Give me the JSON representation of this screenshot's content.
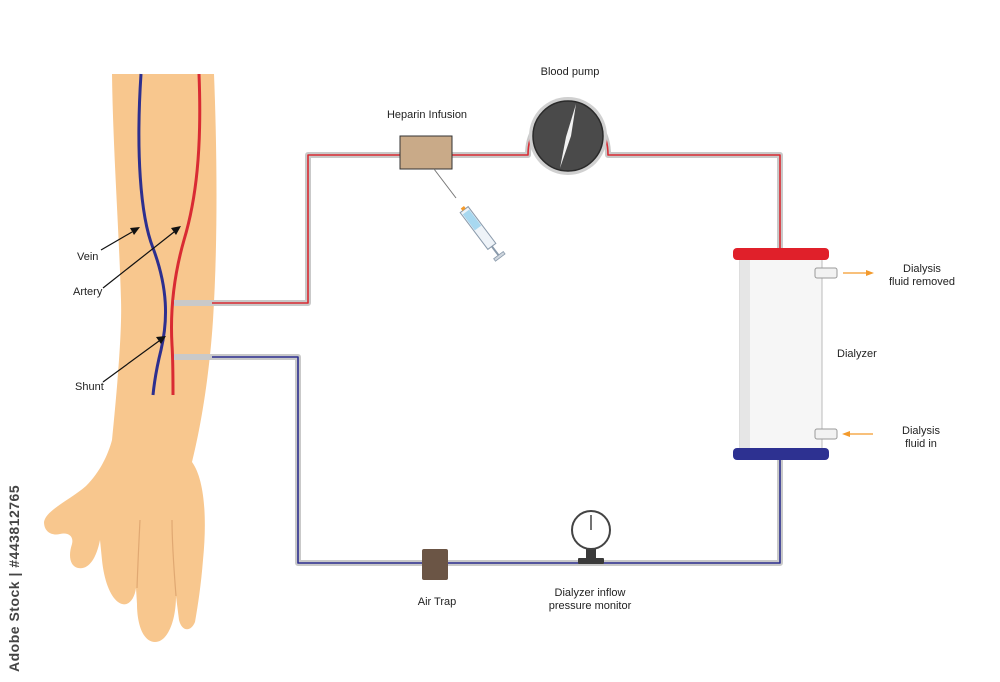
{
  "labels": {
    "blood_pump": "Blood pump",
    "heparin_infusion": "Heparin Infusion",
    "vein": "Vein",
    "artery": "Artery",
    "shunt": "Shunt",
    "dialysis_fluid_removed": "Dialysis\nfluid removed",
    "dialyzer": "Dialyzer",
    "dialysis_fluid_in": "Dialysis\nfluid in",
    "air_trap": "Air Trap",
    "dialyzer_inflow_pressure_monitor": "Dialyzer inflow\npressure monitor"
  },
  "watermark": "Adobe Stock | #443812765",
  "colors": {
    "skin": "#f8c78e",
    "arterial_line": "#d92b33",
    "venous_line": "#2d2f8f",
    "tube_outer": "#c9c9c9",
    "dialyzer_cap_top": "#e0202a",
    "dialyzer_cap_bottom": "#2d3191",
    "pump_body": "#4a4a4a",
    "heparin_box": "#c9aa88",
    "air_trap": "#6b5545",
    "fluid_arrow": "#f39a2c"
  }
}
